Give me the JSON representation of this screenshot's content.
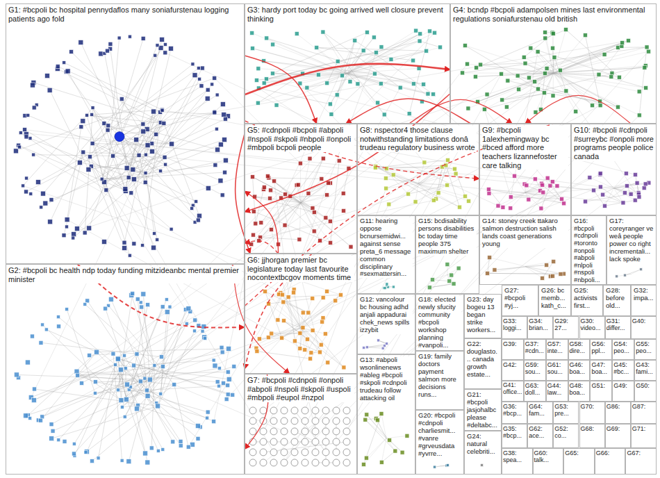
{
  "diagram": {
    "nodes": [
      {
        "text": [
          "G1: #bcpoli bc hospital pennydaflos many soniafurstenau logging patients ago fold"
        ]
      },
      {
        "text": [
          "G3: hardy port today bc going arrived well closure prevent thinking"
        ]
      },
      {
        "text": [
          "G4: bcndp #bcpoli adampolsen mines last environmental regulations soniafurstenau old british"
        ]
      },
      {
        "text": [
          "G5: #cdnpoli #bcpoli #abpoli #nspoli #skpoli #nbpoli #onpoli #mbpoli bcpoli people"
        ]
      },
      {
        "text": [
          "G8: nspector4 those clause notwithstanding limitations donâ trudeau regulatory business wrote"
        ]
      },
      {
        "text": [
          "G9: #bcpoli 1alexhemingway bc #bced afford more teachers lizannefoster care talking"
        ]
      },
      {
        "text": [
          "G10: #bcpoli #cdnpoli #surreybc #onpoli more programs people police canada"
        ]
      },
      {
        "text": [
          "G11: hearing oppose bcnursemidwi... against sense preta_6 message common disciplinary #sexmattersin..."
        ]
      },
      {
        "text": [
          "G15: bcdisability persons disabilities bc today time people 375 maximum shelter"
        ]
      },
      {
        "text": [
          "G14: stoney creek ttakaro salmon destruction salish lands coast generations young"
        ]
      },
      {
        "text": [
          "G16: #bcpoli #cdnpoli #toronto #onpoli #abpoli #nlpoli #nspoli #nbpoli..."
        ]
      },
      {
        "text": [
          "G17: coreyranger ve weâ people power co right incrementali... lack spoke"
        ]
      },
      {
        "text": [
          "G2: #bcpoli bc health ndp today funding mitzideanbc mental premier minister"
        ]
      },
      {
        "text": [
          "G6: jjhorgan premier bc legislature today last favourite nocontextbcgov moments time"
        ]
      },
      {
        "text": [
          "G12: vancolour bc housing adhd anjali appadurai chek_news spills izzybit"
        ]
      },
      {
        "text": [
          "G18: elected newly sfucity community #bcpoli workshop planning #vanpoli..."
        ]
      },
      {
        "text": [
          "G23: day bogeu 13 began strike workers..."
        ]
      },
      {
        "text": [
          "G27: #bcpoli #yj..."
        ]
      },
      {
        "text": [
          "G26: bc memb... kath_c..."
        ]
      },
      {
        "text": [
          "G25: activists first..."
        ]
      },
      {
        "text": [
          "G28: before old..."
        ]
      },
      {
        "text": [
          "G32: impa..."
        ]
      },
      {
        "text": [
          "G7: #bcpoli #cdnpoli #onpoli #abpoli #nspoli #skpoli #uspoli #mbpoli #eupol #nzpol"
        ]
      },
      {
        "text": [
          "G13: #abpoli wsonlinenews #ableg #bcpoli #skpoli #cdnpoli trudeau follow attacking oil"
        ]
      },
      {
        "text": [
          "G19: family doctors payment salmon more decisions runs..."
        ]
      },
      {
        "text": [
          "G22: douglasto... canada growth estate..."
        ]
      },
      {
        "text": [
          "G20: #bcpoli #cdnpoli charliesmit... #vanre #grveusdata #yvrre..."
        ]
      },
      {
        "text": [
          "G21: #bcpoli jasjohalbc please #deltabc..."
        ]
      },
      {
        "text": [
          "G24: natural celebriti..."
        ]
      },
      {
        "text": [
          "G33: loggi..."
        ]
      },
      {
        "text": [
          "G34: brian..."
        ]
      },
      {
        "text": [
          "G29: 27..."
        ]
      },
      {
        "text": [
          "G30: video..."
        ]
      },
      {
        "text": [
          "G31: differ..."
        ]
      },
      {
        "text": [
          "G40:"
        ]
      },
      {
        "text": [
          "G39:"
        ]
      },
      {
        "text": [
          "G37: #cdn..."
        ]
      },
      {
        "text": [
          "G57: inte..."
        ]
      },
      {
        "text": [
          "G58: dire..."
        ]
      },
      {
        "text": [
          "G56: ppl..."
        ]
      },
      {
        "text": [
          "G54: peo..."
        ]
      },
      {
        "text": [
          "G55: peo..."
        ]
      },
      {
        "text": [
          "G42:"
        ]
      },
      {
        "text": [
          "G59: sou..."
        ]
      },
      {
        "text": [
          "G61: sou..."
        ]
      },
      {
        "text": [
          "G46: boa..."
        ]
      },
      {
        "text": [
          "G47: boa..."
        ]
      },
      {
        "text": [
          "G45: #bc..."
        ]
      },
      {
        "text": [
          "G43: fami..."
        ]
      },
      {
        "text": [
          "G41: office..."
        ]
      },
      {
        "text": [
          "G63: doll..."
        ]
      },
      {
        "text": [
          "G44: law..."
        ]
      },
      {
        "text": [
          "G48: boa..."
        ]
      },
      {
        "text": [
          "G51:"
        ]
      },
      {
        "text": [
          "G49:"
        ]
      },
      {
        "text": [
          "G50:"
        ]
      },
      {
        "text": [
          "G36: #bcp..."
        ]
      },
      {
        "text": [
          "G64: fam..."
        ]
      },
      {
        "text": [
          "G53: pre..."
        ]
      },
      {
        "text": [
          "G70:"
        ]
      },
      {
        "text": [
          "G86:"
        ]
      },
      {
        "text": [
          "G87:"
        ]
      },
      {
        "text": [
          "G35: #bcp..."
        ]
      },
      {
        "text": [
          "G62: ace..."
        ]
      },
      {
        "text": [
          "G52: co..."
        ]
      },
      {
        "text": [
          "G68:"
        ]
      },
      {
        "text": [
          "G69:"
        ]
      },
      {
        "text": [
          "G71:"
        ]
      },
      {
        "text": [
          "G38: spea..."
        ]
      },
      {
        "text": [
          "G60: talk..."
        ]
      },
      {
        "text": [
          "G65:"
        ]
      },
      {
        "text": [
          "G66:"
        ]
      },
      {
        "text": [
          "G67:"
        ]
      }
    ],
    "edges": [
      {
        "from": 0,
        "to": 2,
        "arrow": "to"
      },
      {
        "from": 0,
        "to": 1,
        "arrow": "to"
      },
      {
        "from": 1,
        "to": 2,
        "arrow": "to"
      },
      {
        "from": 2,
        "to": 0,
        "arrow": "to"
      },
      {
        "from": 0,
        "to": 3,
        "arrow": "to"
      },
      {
        "from": 3,
        "to": 0,
        "arrow": "to"
      },
      {
        "from": 0,
        "to": 12,
        "arrow": "to"
      },
      {
        "from": 13,
        "to": 0,
        "arrow": "to"
      },
      {
        "from": 3,
        "to": 12,
        "arrow": "to"
      },
      {
        "from": 13,
        "to": 12,
        "arrow": "to"
      },
      {
        "from": 2,
        "to": 3,
        "arrow": "to"
      },
      {
        "from": 0,
        "to": 5,
        "arrow": "to"
      },
      {
        "from": 6,
        "to": 5,
        "arrow": "to"
      },
      {
        "from": 12,
        "to": 2,
        "arrow": "none"
      },
      {
        "from": 0,
        "to": 22,
        "arrow": "to"
      }
    ]
  }
}
